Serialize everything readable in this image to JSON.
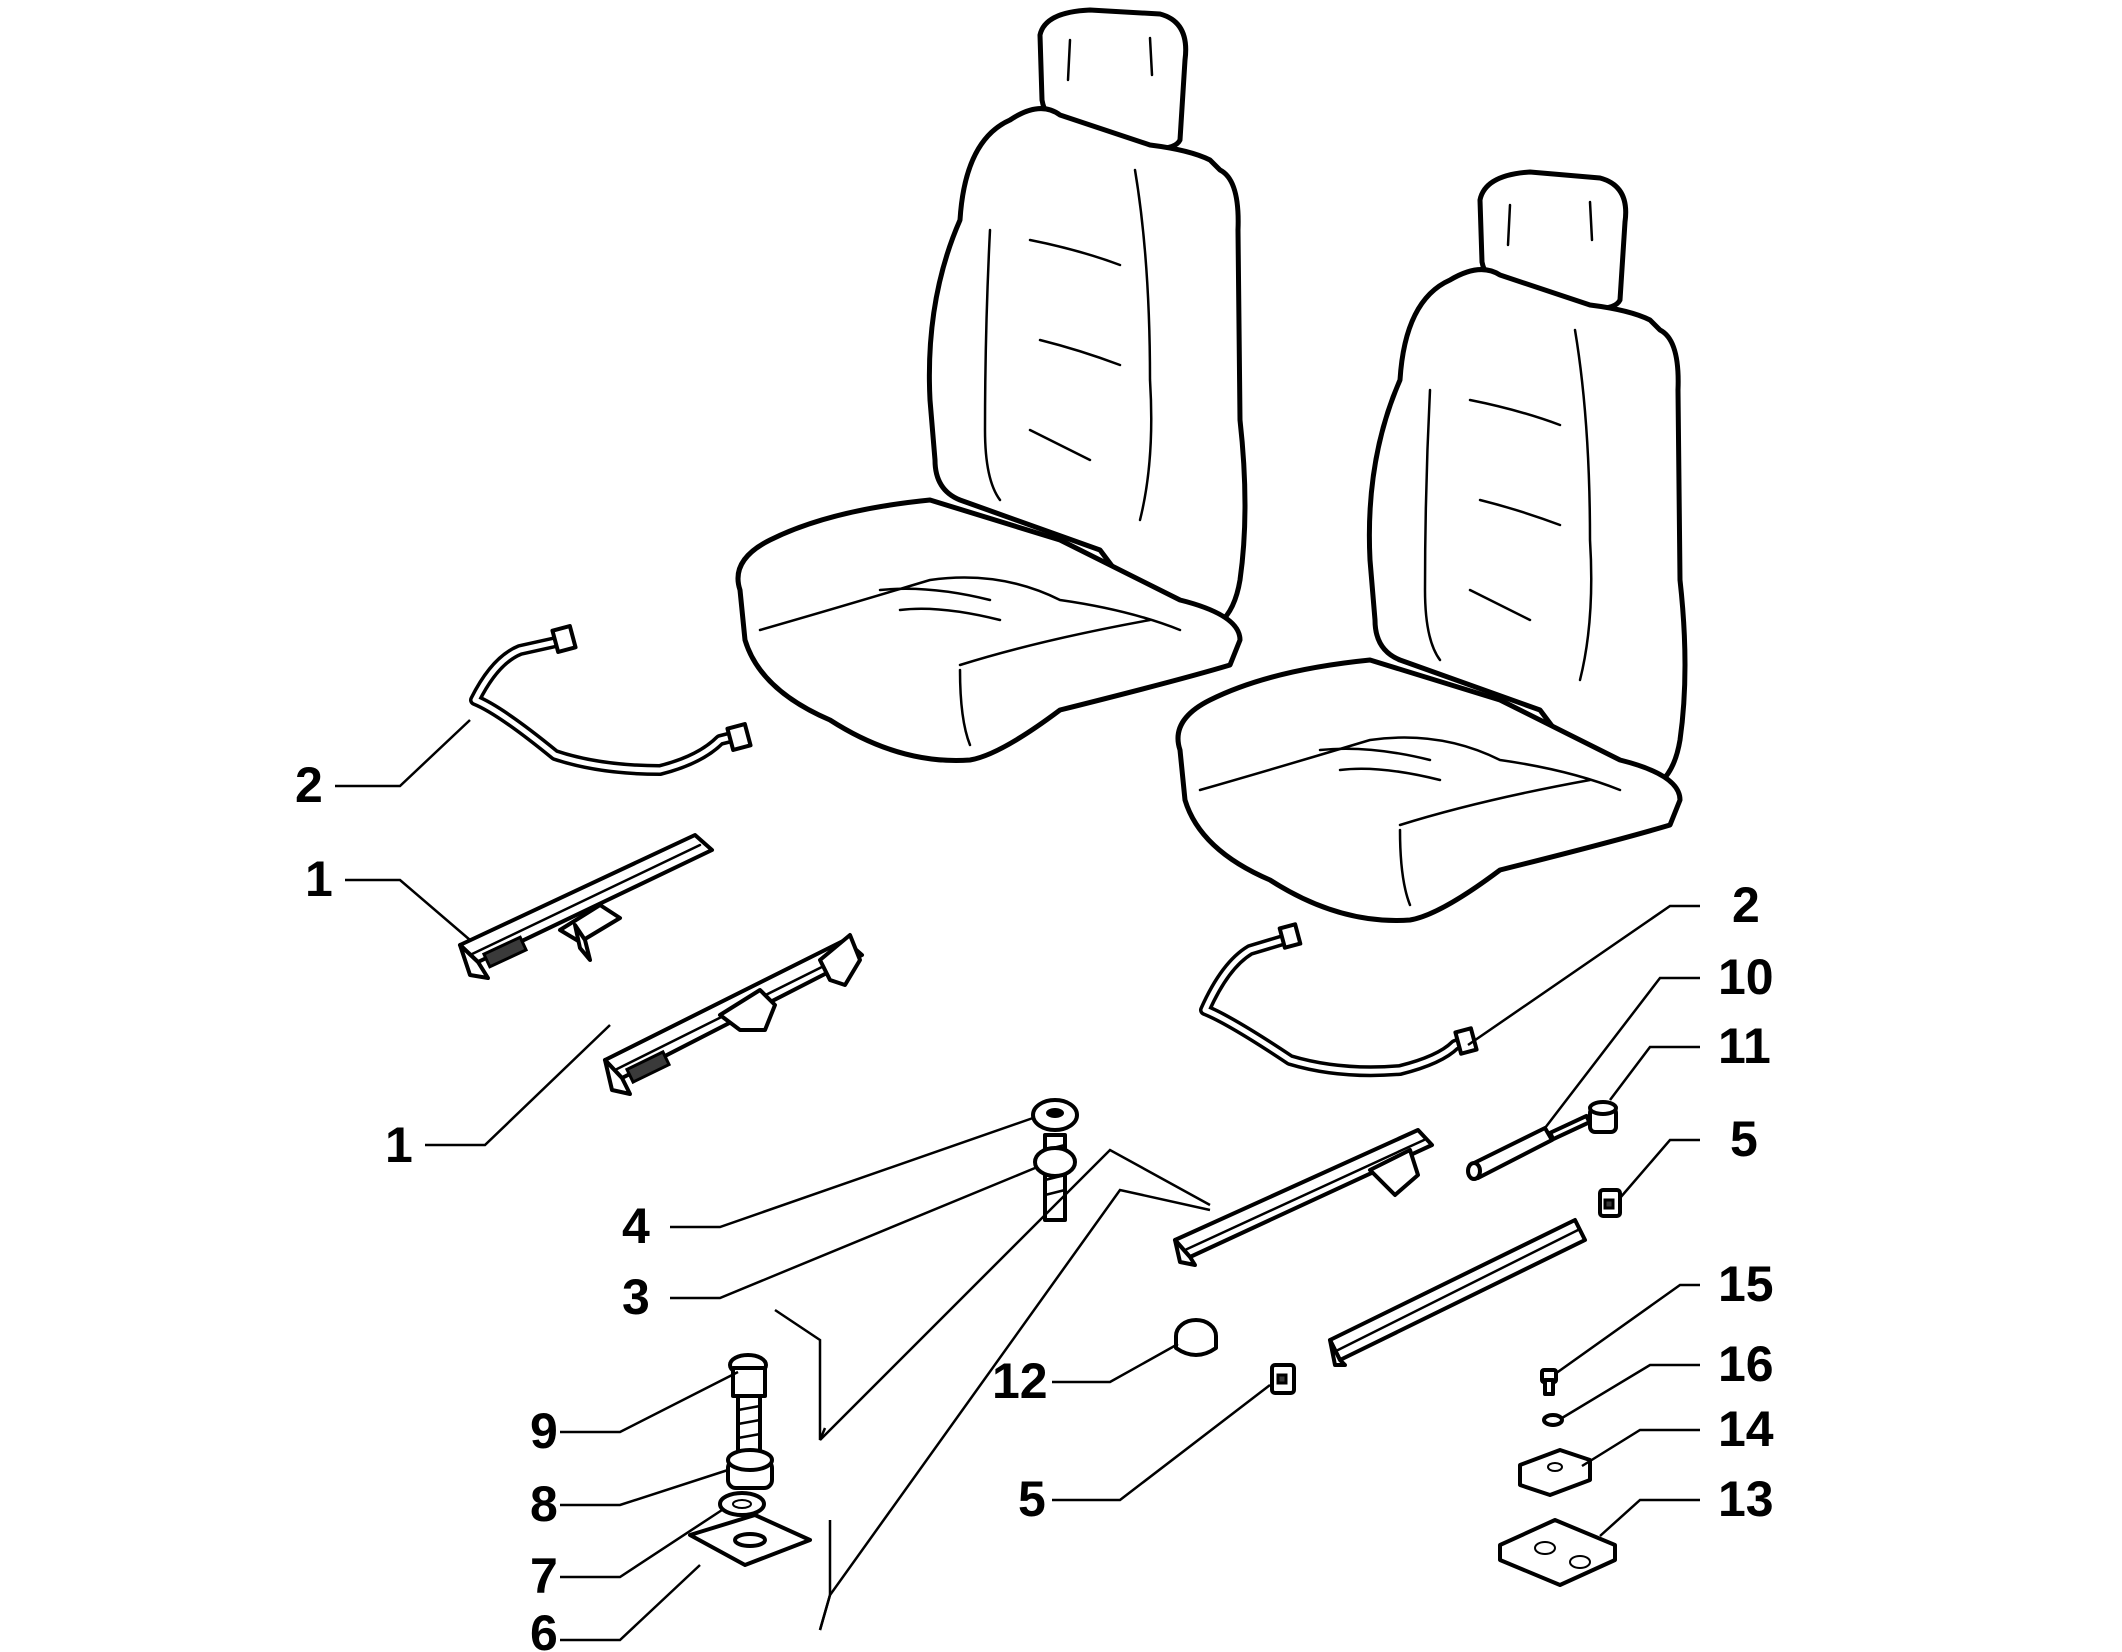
{
  "figure": {
    "callouts": [
      {
        "id": "c2a",
        "label": "2"
      },
      {
        "id": "c1a",
        "label": "1"
      },
      {
        "id": "c1b",
        "label": "1"
      },
      {
        "id": "c4",
        "label": "4"
      },
      {
        "id": "c3",
        "label": "3"
      },
      {
        "id": "c9",
        "label": "9"
      },
      {
        "id": "c8",
        "label": "8"
      },
      {
        "id": "c7",
        "label": "7"
      },
      {
        "id": "c6",
        "label": "6"
      },
      {
        "id": "c12",
        "label": "12"
      },
      {
        "id": "c5a",
        "label": "5"
      },
      {
        "id": "c2b",
        "label": "2"
      },
      {
        "id": "c10",
        "label": "10"
      },
      {
        "id": "c11",
        "label": "11"
      },
      {
        "id": "c5b",
        "label": "5"
      },
      {
        "id": "c15",
        "label": "15"
      },
      {
        "id": "c16",
        "label": "16"
      },
      {
        "id": "c14",
        "label": "14"
      },
      {
        "id": "c13",
        "label": "13"
      }
    ]
  }
}
